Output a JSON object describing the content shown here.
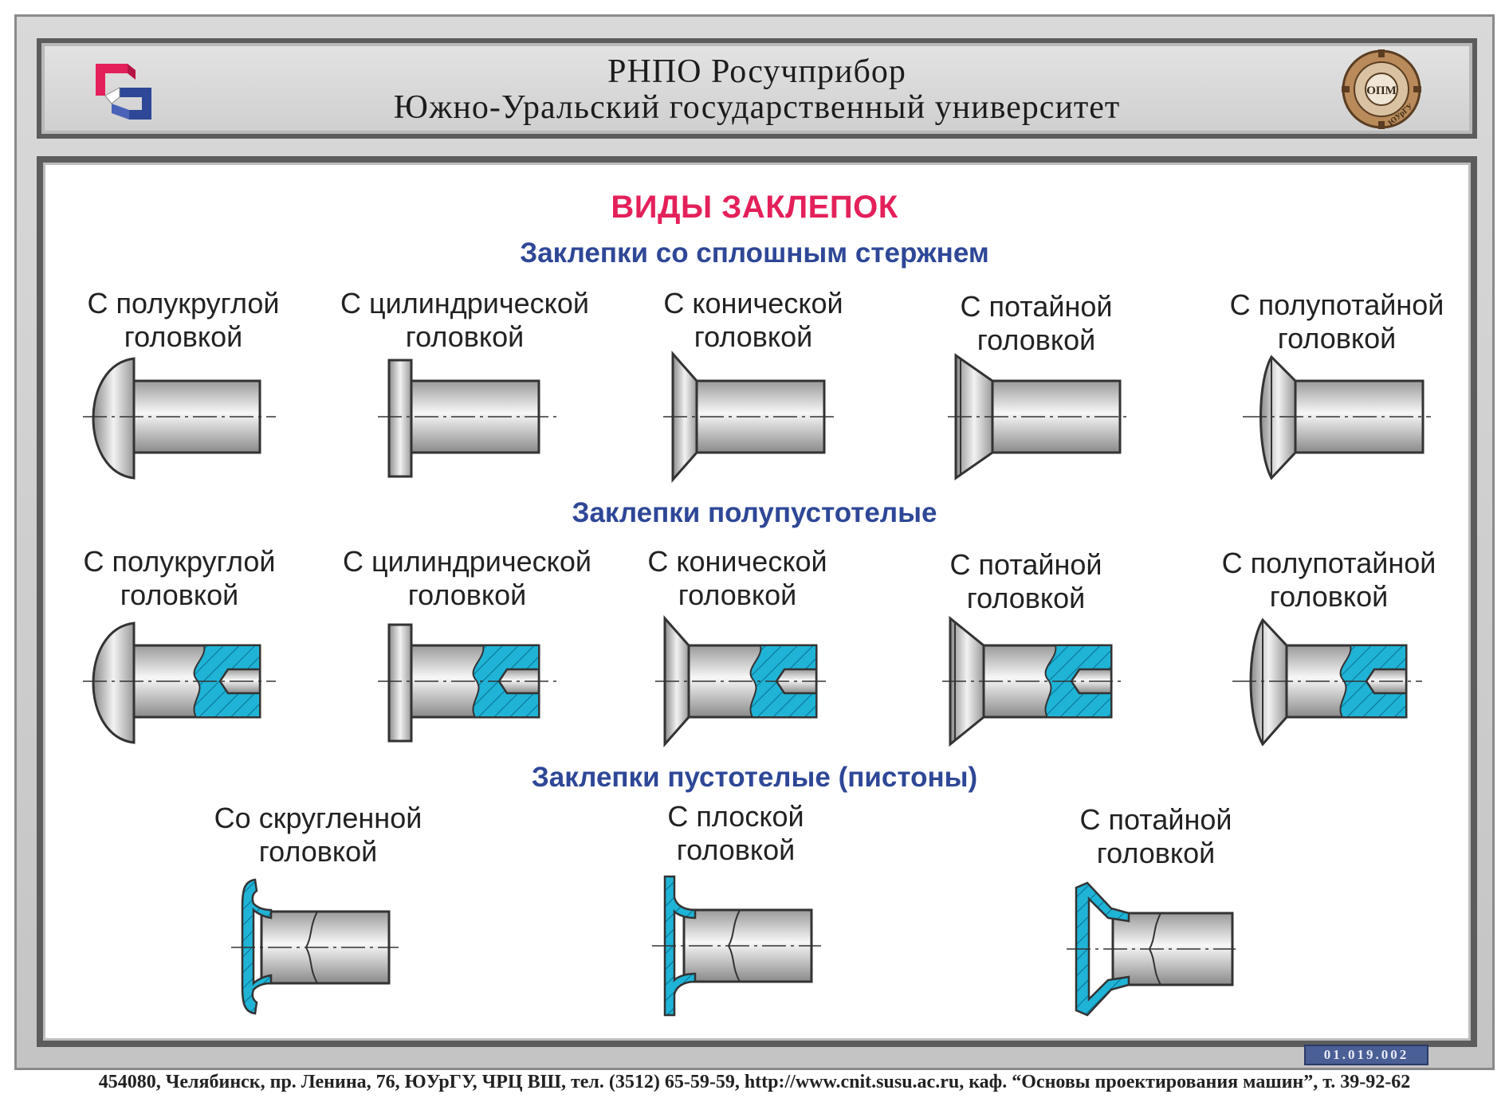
{
  "header": {
    "line1": "РНПО  Росучприбор",
    "line2": "Южно-Уральский государственный университет",
    "emblem_label": "ОПМ",
    "emblem_ring": "ЮУрГУ"
  },
  "title": "ВИДЫ ЗАКЛЕПОК",
  "sections": [
    {
      "title": "Заклепки со сплошным стержнем",
      "items": [
        {
          "line1": "С полукруглой",
          "line2": "головкой"
        },
        {
          "line1": "С цилиндрической",
          "line2": "головкой"
        },
        {
          "line1": "С конической",
          "line2": "головкой"
        },
        {
          "line1": "С потайной",
          "line2": "головкой"
        },
        {
          "line1": "С полупотайной",
          "line2": "головкой"
        }
      ]
    },
    {
      "title": "Заклепки полупустотелые",
      "items": [
        {
          "line1": "С полукруглой",
          "line2": "головкой"
        },
        {
          "line1": "С цилиндрической",
          "line2": "головкой"
        },
        {
          "line1": "С конической",
          "line2": "головкой"
        },
        {
          "line1": "С потайной",
          "line2": "головкой"
        },
        {
          "line1": "С полупотайной",
          "line2": "головкой"
        }
      ]
    },
    {
      "title": "Заклепки пустотелые (пистоны)",
      "items": [
        {
          "line1": "Со скругленной",
          "line2": "головкой"
        },
        {
          "line1": "С плоской",
          "line2": "головкой"
        },
        {
          "line1": "С потайной",
          "line2": "головкой"
        }
      ]
    }
  ],
  "code": "01.019.002",
  "footer": "454080, Челябинск, пр. Ленина, 76, ЮУрГУ, ЧРЦ ВШ, тел. (3512) 65-59-59, http://www.cnit.susu.ac.ru, каф. “Основы проектирования машин”, т. 39-92-62",
  "colors": {
    "title": "#e4205a",
    "section": "#2e4797",
    "section_cut": "#1fb3d6",
    "metal_light": "#f4f4f4",
    "metal_dark": "#8c8c8c",
    "outline": "#333333"
  }
}
